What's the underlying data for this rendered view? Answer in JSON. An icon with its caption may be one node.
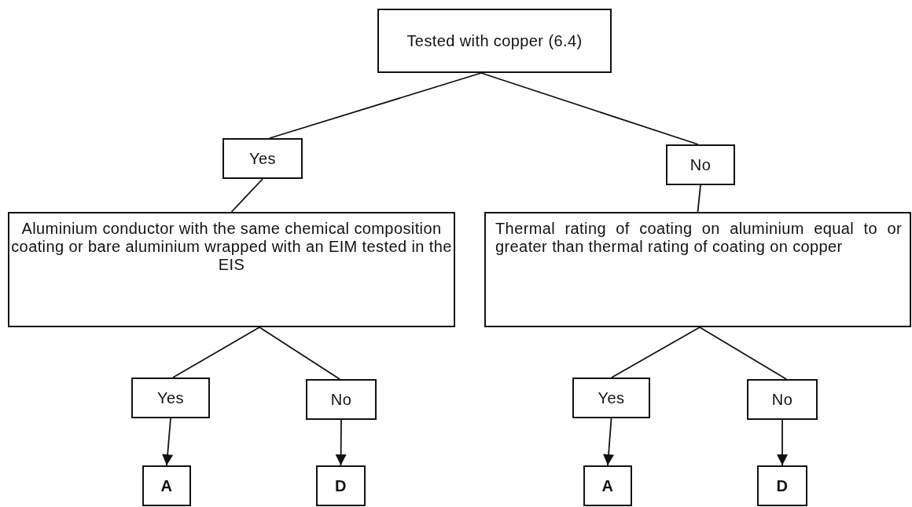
{
  "diagram": {
    "nodes": [
      {
        "text": [
          "Tested with copper (6.4)"
        ]
      },
      {
        "text": [
          "Yes"
        ]
      },
      {
        "text": [
          "No"
        ]
      },
      {
        "text": [
          "Aluminium conductor with the same chemical composition coating or bare aluminium wrapped with an EIM tested in the EIS"
        ]
      },
      {
        "text": [
          "Thermal rating of coating on aluminium equal to or greater than thermal rating of coating on copper"
        ]
      },
      {
        "text": [
          "Yes"
        ]
      },
      {
        "text": [
          "No"
        ]
      },
      {
        "text": [
          "Yes"
        ]
      },
      {
        "text": [
          "No"
        ]
      },
      {
        "text": [
          "A"
        ]
      },
      {
        "text": [
          "D"
        ]
      },
      {
        "text": [
          "A"
        ]
      },
      {
        "text": [
          "D"
        ]
      }
    ],
    "edges": [
      {
        "from": 0,
        "to": 1,
        "arrow": "none"
      },
      {
        "from": 0,
        "to": 2,
        "arrow": "none"
      },
      {
        "from": 1,
        "to": 3,
        "arrow": "none"
      },
      {
        "from": 2,
        "to": 4,
        "arrow": "none"
      },
      {
        "from": 3,
        "to": 5,
        "arrow": "none"
      },
      {
        "from": 3,
        "to": 6,
        "arrow": "none"
      },
      {
        "from": 4,
        "to": 7,
        "arrow": "none"
      },
      {
        "from": 4,
        "to": 8,
        "arrow": "none"
      },
      {
        "from": 5,
        "to": 9,
        "arrow": "to"
      },
      {
        "from": 6,
        "to": 10,
        "arrow": "to"
      },
      {
        "from": 7,
        "to": 11,
        "arrow": "to"
      },
      {
        "from": 8,
        "to": 12,
        "arrow": "to"
      }
    ]
  }
}
